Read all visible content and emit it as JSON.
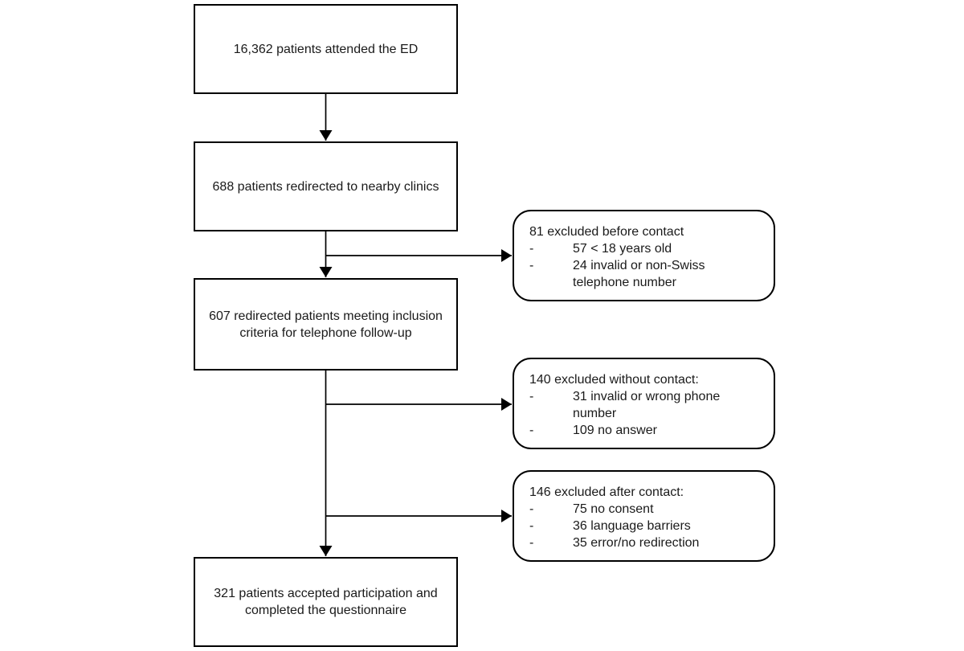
{
  "diagram": {
    "type": "flowchart",
    "bullet_char": "-",
    "colors": {
      "border": "#000000",
      "text": "#1a1a1a",
      "arrow": "#000000",
      "box_bg": "#ffffff",
      "background": "#ffffff"
    },
    "main_boxes": [
      {
        "id": "attended",
        "text": "16,362 patients attended the ED"
      },
      {
        "id": "redirected",
        "text": "688 patients redirected to nearby clinics"
      },
      {
        "id": "inclusion",
        "text": "607 redirected patients meeting inclusion criteria for telephone follow-up"
      },
      {
        "id": "accepted",
        "text": "321 patients accepted participation and completed the questionnaire"
      }
    ],
    "exclusion_boxes": [
      {
        "id": "before-contact",
        "heading": "81 excluded before contact",
        "items": [
          "57 < 18 years old",
          "24 invalid or non-Swiss telephone number"
        ]
      },
      {
        "id": "without-contact",
        "heading": "140 excluded without contact:",
        "items": [
          "31 invalid or wrong phone number",
          "109 no answer"
        ]
      },
      {
        "id": "after-contact",
        "heading": "146 excluded after contact:",
        "items": [
          "75 no consent",
          "36 language barriers",
          "35 error/no redirection"
        ]
      }
    ]
  }
}
